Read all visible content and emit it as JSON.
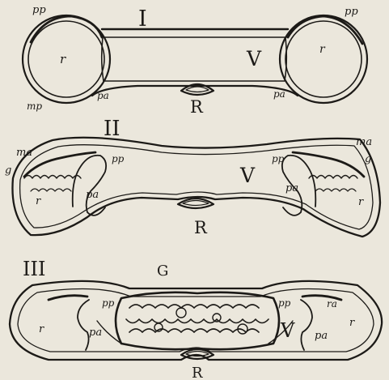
{
  "figure": {
    "panel_1": {
      "numeral": "I",
      "labels": {
        "pp_left": "pp",
        "pp_right": "pp",
        "r_left": "r",
        "r_right": "r",
        "v": "V",
        "pa_left": "pa",
        "pa_right": "pa",
        "mp": "mp",
        "r_bottom": "R"
      }
    },
    "panel_2": {
      "numeral": "II",
      "labels": {
        "ma_left": "ma",
        "ma_right": "ma",
        "g_left": "g",
        "g_right": "g",
        "pp_left": "pp",
        "pp_right": "pp",
        "pa_left": "pa",
        "pa_right": "pa",
        "r_left": "r",
        "r_right": "r",
        "v": "V",
        "r_bottom": "R"
      }
    },
    "panel_3": {
      "numeral": "III",
      "labels": {
        "g_center": "G",
        "pp_left": "pp",
        "pp_right": "pp",
        "pa_left": "pa",
        "pa_right": "pa",
        "r_left": "r",
        "r_right": "r",
        "ra_right": "ra",
        "v": "V",
        "r_bottom": "R"
      }
    }
  }
}
